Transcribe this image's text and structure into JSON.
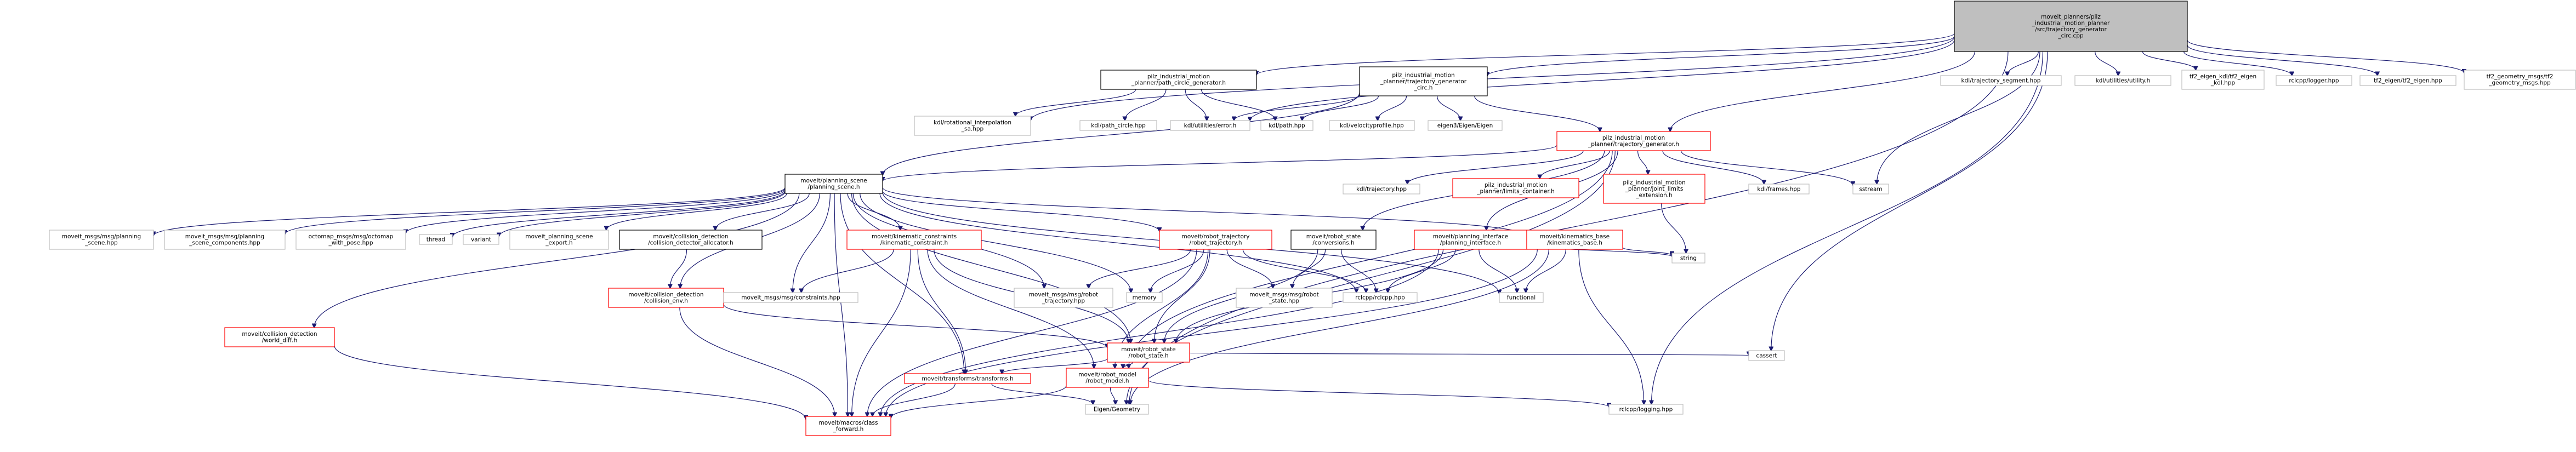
{
  "graph": {
    "title": "",
    "nodes": [
      {
        "id": "root",
        "lines": [
          "moveit_planners/pilz",
          "_industrial_motion_planner",
          "/src/trajectory_generator",
          "_circ.cpp"
        ],
        "style": "root"
      },
      {
        "id": "path_circle_gen",
        "lines": [
          "pilz_industrial_motion",
          "_planner/path_circle_generator.h"
        ],
        "style": "black"
      },
      {
        "id": "tg_circ_h",
        "lines": [
          "pilz_industrial_motion",
          "_planner/trajectory_generator",
          "_circ.h"
        ],
        "style": "black"
      },
      {
        "id": "kdl_traj_seg",
        "lines": [
          "kdl/trajectory_segment.hpp"
        ],
        "style": "gray"
      },
      {
        "id": "kdl_utility",
        "lines": [
          "kdl/utilities/utility.h"
        ],
        "style": "gray"
      },
      {
        "id": "tf2_eigen_kdl",
        "lines": [
          "tf2_eigen_kdl/tf2_eigen",
          "_kdl.hpp"
        ],
        "style": "gray"
      },
      {
        "id": "rclcpp_logger",
        "lines": [
          "rclcpp/logger.hpp"
        ],
        "style": "gray"
      },
      {
        "id": "tf2_eigen",
        "lines": [
          "tf2_eigen/tf2_eigen.hpp"
        ],
        "style": "gray"
      },
      {
        "id": "tf2_geom_msgs",
        "lines": [
          "tf2_geometry_msgs/tf2",
          "_geometry_msgs.hpp"
        ],
        "style": "gray"
      },
      {
        "id": "kdl_rot_interp",
        "lines": [
          "kdl/rotational_interpolation",
          "_sa.hpp"
        ],
        "style": "gray"
      },
      {
        "id": "kdl_path_circle",
        "lines": [
          "kdl/path_circle.hpp"
        ],
        "style": "gray"
      },
      {
        "id": "kdl_error",
        "lines": [
          "kdl/utilities/error.h"
        ],
        "style": "gray"
      },
      {
        "id": "kdl_path",
        "lines": [
          "kdl/path.hpp"
        ],
        "style": "gray"
      },
      {
        "id": "kdl_velprof",
        "lines": [
          "kdl/velocityprofile.hpp"
        ],
        "style": "gray"
      },
      {
        "id": "eigen",
        "lines": [
          "eigen3/Eigen/Eigen"
        ],
        "style": "gray"
      },
      {
        "id": "tg_h",
        "lines": [
          "pilz_industrial_motion",
          "_planner/trajectory_generator.h"
        ],
        "style": "red"
      },
      {
        "id": "planning_scene",
        "lines": [
          "moveit/planning_scene",
          "/planning_scene.h"
        ],
        "style": "black"
      },
      {
        "id": "kdl_trajectory",
        "lines": [
          "kdl/trajectory.hpp"
        ],
        "style": "gray"
      },
      {
        "id": "limits_container",
        "lines": [
          "pilz_industrial_motion",
          "_planner/limits_container.h"
        ],
        "style": "red"
      },
      {
        "id": "joint_limits_ext",
        "lines": [
          "pilz_industrial_motion",
          "_planner/joint_limits",
          "_extension.h"
        ],
        "style": "red"
      },
      {
        "id": "kdl_frames",
        "lines": [
          "kdl/frames.hpp"
        ],
        "style": "gray"
      },
      {
        "id": "sstream",
        "lines": [
          "sstream"
        ],
        "style": "gray"
      },
      {
        "id": "ps_msg",
        "lines": [
          "moveit_msgs/msg/planning",
          "_scene.hpp"
        ],
        "style": "gray"
      },
      {
        "id": "ps_comp",
        "lines": [
          "moveit_msgs/msg/planning",
          "_scene_components.hpp"
        ],
        "style": "gray"
      },
      {
        "id": "octomap",
        "lines": [
          "octomap_msgs/msg/octomap",
          "_with_pose.hpp"
        ],
        "style": "gray"
      },
      {
        "id": "thread",
        "lines": [
          "thread"
        ],
        "style": "gray"
      },
      {
        "id": "variant",
        "lines": [
          "variant"
        ],
        "style": "gray"
      },
      {
        "id": "ps_export",
        "lines": [
          "moveit_planning_scene",
          "_export.h"
        ],
        "style": "gray"
      },
      {
        "id": "cd_alloc",
        "lines": [
          "moveit/collision_detection",
          "/collision_detector_allocator.h"
        ],
        "style": "black"
      },
      {
        "id": "kin_constraint",
        "lines": [
          "moveit/kinematic_constraints",
          "/kinematic_constraint.h"
        ],
        "style": "red"
      },
      {
        "id": "robot_traj",
        "lines": [
          "moveit/robot_trajectory",
          "/robot_trajectory.h"
        ],
        "style": "red"
      },
      {
        "id": "rs_conv",
        "lines": [
          "moveit/robot_state",
          "/conversions.h"
        ],
        "style": "black"
      },
      {
        "id": "planning_iface",
        "lines": [
          "moveit/planning_interface",
          "/planning_interface.h"
        ],
        "style": "red"
      },
      {
        "id": "kin_base",
        "lines": [
          "moveit/kinematics_base",
          "/kinematics_base.h"
        ],
        "style": "red"
      },
      {
        "id": "string",
        "lines": [
          "string"
        ],
        "style": "gray"
      },
      {
        "id": "cd_world_diff",
        "lines": [
          "moveit/collision_detection",
          "/world_diff.h"
        ],
        "style": "red"
      },
      {
        "id": "collision_env",
        "lines": [
          "moveit/collision_detection",
          "/collision_env.h"
        ],
        "style": "red"
      },
      {
        "id": "constraints_msg",
        "lines": [
          "moveit_msgs/msg/constraints.hpp"
        ],
        "style": "gray"
      },
      {
        "id": "robot_traj_msg",
        "lines": [
          "moveit_msgs/msg/robot",
          "_trajectory.hpp"
        ],
        "style": "gray"
      },
      {
        "id": "memory",
        "lines": [
          "memory"
        ],
        "style": "gray"
      },
      {
        "id": "robot_state_msg",
        "lines": [
          "moveit_msgs/msg/robot",
          "_state.hpp"
        ],
        "style": "gray"
      },
      {
        "id": "rclcpp",
        "lines": [
          "rclcpp/rclcpp.hpp"
        ],
        "style": "gray"
      },
      {
        "id": "functional",
        "lines": [
          "functional"
        ],
        "style": "gray"
      },
      {
        "id": "robot_state_h",
        "lines": [
          "moveit/robot_state",
          "/robot_state.h"
        ],
        "style": "red"
      },
      {
        "id": "cassert",
        "lines": [
          "cassert"
        ],
        "style": "gray"
      },
      {
        "id": "transforms",
        "lines": [
          "moveit/transforms/transforms.h"
        ],
        "style": "red"
      },
      {
        "id": "robot_model",
        "lines": [
          "moveit/robot_model",
          "/robot_model.h"
        ],
        "style": "red"
      },
      {
        "id": "eigen_geom",
        "lines": [
          "Eigen/Geometry"
        ],
        "style": "gray"
      },
      {
        "id": "rclcpp_logging",
        "lines": [
          "rclcpp/logging.hpp"
        ],
        "style": "gray"
      },
      {
        "id": "class_forward",
        "lines": [
          "moveit/macros/class",
          "_forward.h"
        ],
        "style": "red"
      }
    ],
    "edges": [
      [
        "root",
        "path_circle_gen"
      ],
      [
        "root",
        "tg_circ_h"
      ],
      [
        "root",
        "kdl_traj_seg"
      ],
      [
        "root",
        "kdl_utility"
      ],
      [
        "root",
        "tf2_eigen_kdl"
      ],
      [
        "root",
        "rclcpp_logger"
      ],
      [
        "root",
        "tf2_eigen"
      ],
      [
        "root",
        "tf2_geom_msgs"
      ],
      [
        "root",
        "kdl_error"
      ],
      [
        "root",
        "tg_h"
      ],
      [
        "root",
        "sstream"
      ],
      [
        "root",
        "cassert"
      ],
      [
        "root",
        "eigen_geom"
      ],
      [
        "root",
        "rclcpp_logging"
      ],
      [
        "root",
        "kdl_rot_interp"
      ],
      [
        "path_circle_gen",
        "kdl_rot_interp"
      ],
      [
        "path_circle_gen",
        "kdl_path_circle"
      ],
      [
        "path_circle_gen",
        "kdl_error"
      ],
      [
        "path_circle_gen",
        "kdl_path"
      ],
      [
        "tg_circ_h",
        "kdl_path"
      ],
      [
        "tg_circ_h",
        "kdl_velprof"
      ],
      [
        "tg_circ_h",
        "eigen"
      ],
      [
        "tg_circ_h",
        "tg_h"
      ],
      [
        "tg_circ_h",
        "planning_scene"
      ],
      [
        "tg_circ_h",
        "kdl_error"
      ],
      [
        "tg_h",
        "planning_scene"
      ],
      [
        "tg_h",
        "kdl_trajectory"
      ],
      [
        "tg_h",
        "limits_container"
      ],
      [
        "tg_h",
        "joint_limits_ext"
      ],
      [
        "tg_h",
        "kdl_frames"
      ],
      [
        "tg_h",
        "sstream"
      ],
      [
        "tg_h",
        "planning_iface"
      ],
      [
        "tg_h",
        "rs_conv"
      ],
      [
        "tg_h",
        "robot_model"
      ],
      [
        "tg_h",
        "eigen_geom"
      ],
      [
        "joint_limits_ext",
        "string"
      ],
      [
        "planning_scene",
        "ps_msg"
      ],
      [
        "planning_scene",
        "ps_comp"
      ],
      [
        "planning_scene",
        "octomap"
      ],
      [
        "planning_scene",
        "thread"
      ],
      [
        "planning_scene",
        "variant"
      ],
      [
        "planning_scene",
        "ps_export"
      ],
      [
        "planning_scene",
        "cd_alloc"
      ],
      [
        "planning_scene",
        "kin_constraint"
      ],
      [
        "planning_scene",
        "robot_traj"
      ],
      [
        "planning_scene",
        "kin_base"
      ],
      [
        "planning_scene",
        "cd_world_diff"
      ],
      [
        "planning_scene",
        "collision_env"
      ],
      [
        "planning_scene",
        "constraints_msg"
      ],
      [
        "planning_scene",
        "robot_traj_msg"
      ],
      [
        "planning_scene",
        "memory"
      ],
      [
        "planning_scene",
        "functional"
      ],
      [
        "planning_scene",
        "robot_state_h"
      ],
      [
        "planning_scene",
        "transforms"
      ],
      [
        "planning_scene",
        "class_forward"
      ],
      [
        "planning_scene",
        "rclcpp"
      ],
      [
        "cd_alloc",
        "collision_env"
      ],
      [
        "kin_constraint",
        "constraints_msg"
      ],
      [
        "kin_constraint",
        "robot_state_h"
      ],
      [
        "kin_constraint",
        "transforms"
      ],
      [
        "kin_constraint",
        "robot_model"
      ],
      [
        "kin_constraint",
        "class_forward"
      ],
      [
        "robot_traj",
        "robot_traj_msg"
      ],
      [
        "robot_traj",
        "memory"
      ],
      [
        "robot_traj",
        "robot_state_msg"
      ],
      [
        "robot_traj",
        "rclcpp"
      ],
      [
        "robot_traj",
        "robot_state_h"
      ],
      [
        "robot_traj",
        "robot_model"
      ],
      [
        "robot_traj",
        "class_forward"
      ],
      [
        "rs_conv",
        "robot_state_msg"
      ],
      [
        "rs_conv",
        "robot_state_h"
      ],
      [
        "rs_conv",
        "rclcpp"
      ],
      [
        "planning_iface",
        "rclcpp"
      ],
      [
        "planning_iface",
        "functional"
      ],
      [
        "planning_iface",
        "string"
      ],
      [
        "planning_iface",
        "class_forward"
      ],
      [
        "planning_iface",
        "robot_state_h"
      ],
      [
        "kin_base",
        "functional"
      ],
      [
        "kin_base",
        "string"
      ],
      [
        "kin_base",
        "rclcpp_logging"
      ],
      [
        "kin_base",
        "class_forward"
      ],
      [
        "kin_base",
        "eigen_geom"
      ],
      [
        "cd_world_diff",
        "class_forward"
      ],
      [
        "collision_env",
        "robot_state_h"
      ],
      [
        "collision_env",
        "class_forward"
      ],
      [
        "robot_state_h",
        "transforms"
      ],
      [
        "robot_state_h",
        "robot_model"
      ],
      [
        "robot_state_h",
        "cassert"
      ],
      [
        "transforms",
        "eigen_geom"
      ],
      [
        "transforms",
        "class_forward"
      ],
      [
        "robot_model",
        "eigen_geom"
      ],
      [
        "robot_model",
        "rclcpp_logging"
      ],
      [
        "robot_model",
        "class_forward"
      ]
    ],
    "colors": {
      "root_fill": "#bfbfbf",
      "black_border": "#000000",
      "gray_border": "#bfbfbf",
      "red_border": "#ff0000",
      "edge": "#191970"
    }
  }
}
